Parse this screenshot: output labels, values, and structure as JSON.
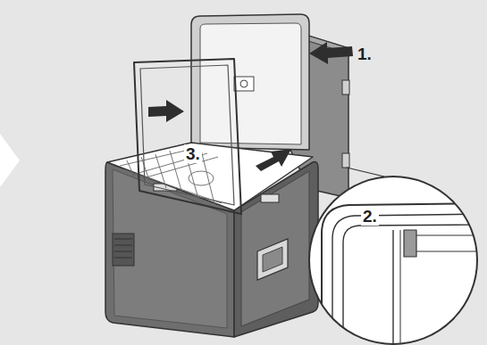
{
  "diagram": {
    "labels": [
      "1.",
      "2.",
      "3."
    ]
  }
}
